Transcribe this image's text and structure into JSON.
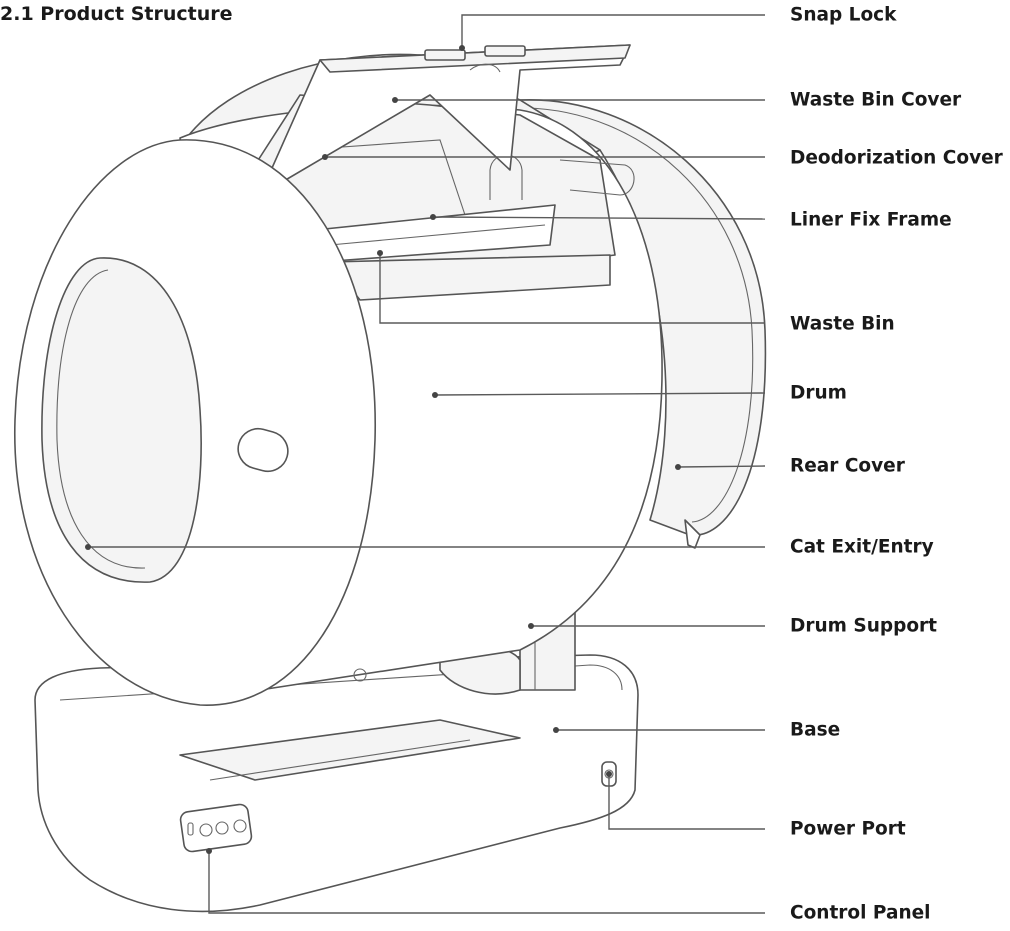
{
  "title": "2.1 Product Structure",
  "callouts": [
    {
      "id": "snap-lock",
      "label": "Snap Lock"
    },
    {
      "id": "waste-bin-cover",
      "label": "Waste Bin Cover"
    },
    {
      "id": "deodorization-cover",
      "label": "Deodorization Cover"
    },
    {
      "id": "liner-fix-frame",
      "label": "Liner Fix Frame"
    },
    {
      "id": "waste-bin",
      "label": "Waste Bin"
    },
    {
      "id": "drum",
      "label": "Drum"
    },
    {
      "id": "rear-cover",
      "label": "Rear Cover"
    },
    {
      "id": "cat-exit-entry",
      "label": "Cat Exit/Entry"
    },
    {
      "id": "drum-support",
      "label": "Drum Support"
    },
    {
      "id": "base",
      "label": "Base"
    },
    {
      "id": "power-port",
      "label": "Power Port"
    },
    {
      "id": "control-panel",
      "label": "Control Panel"
    }
  ]
}
